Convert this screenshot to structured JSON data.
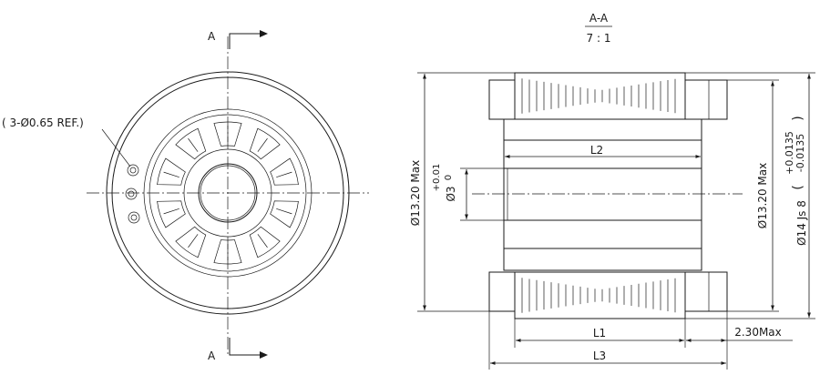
{
  "section": {
    "marker": "A",
    "title": "A-A",
    "scale": "7 : 1"
  },
  "callout": "( 3-Ø0.65 REF.)",
  "dimensions": {
    "outer_dia_left": "Ø13.20 Max",
    "outer_dia_right": "Ø13.20 Max",
    "bore_dia": "Ø3",
    "bore_tol_upper": "+0.01",
    "bore_tol_lower": "0",
    "housing_dia": "Ø14 Js 8",
    "housing_tol_upper": "+0.0135",
    "housing_tol_lower": "-0.0135",
    "L1": "L1",
    "L2": "L2",
    "L3": "L3",
    "overhang": "2.30Max"
  },
  "colors": {
    "line": "#1a1a1a",
    "background": "#ffffff"
  }
}
